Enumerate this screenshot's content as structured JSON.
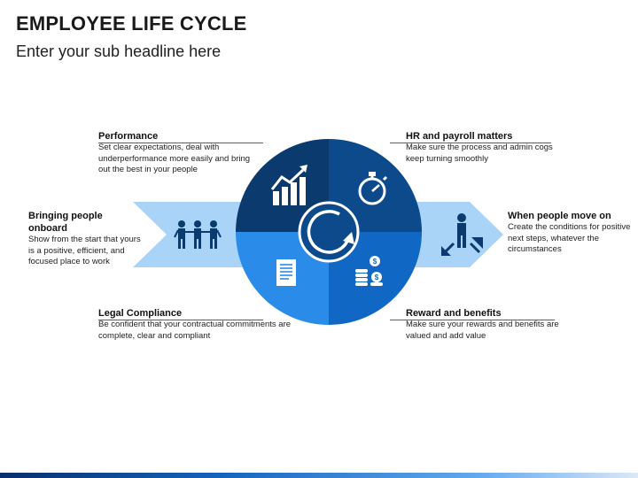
{
  "title": "EMPLOYEE LIFE CYCLE",
  "subtitle": "Enter your sub headline here",
  "blocks": {
    "performance": {
      "heading": "Performance",
      "body": "Set clear expectations, deal with underperformance more easily and bring out the best in your people"
    },
    "hr": {
      "heading": "HR and payroll matters",
      "body": "Make sure the process and admin cogs keep turning smoothly"
    },
    "onboard": {
      "heading": "Bringing people onboard",
      "body": "Show from the start that yours is a positive, efficient, and focused place to work"
    },
    "move_on": {
      "heading": "When people move on",
      "body": "Create the conditions for positive next steps, whatever the circumstances"
    },
    "legal": {
      "heading": "Legal Compliance",
      "body": "Be confident that your contractual commitments are complete, clear and compliant"
    },
    "reward": {
      "heading": "Reward and benefits",
      "body": "Make sure your rewards and benefits are valued and add value"
    }
  },
  "colors": {
    "quadrant_top_left": "#0b3a6e",
    "quadrant_top_right": "#0d4a8c",
    "quadrant_bottom_left": "#2a8be8",
    "quadrant_bottom_right": "#1168c4",
    "arrow": "#a9d4f7",
    "accent_line": "#1f6dc2",
    "icon_dark": "#0b3a6e"
  },
  "icons": [
    "growth-chart-icon",
    "stopwatch-icon",
    "cycle-icon",
    "document-icon",
    "coins-icon",
    "team-icon",
    "person-exit-icon"
  ]
}
